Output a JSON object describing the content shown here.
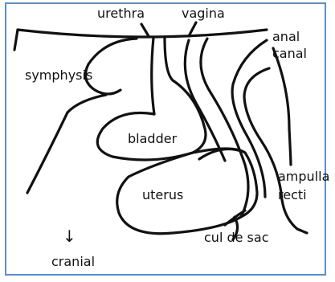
{
  "labels": {
    "urethra": "urethra",
    "vagina": "vagina",
    "anal_line1": "anal",
    "anal_line2": "canal",
    "symphysis": "symphysis",
    "bladder": "bladder",
    "ampulla_line1": "ampulla",
    "ampulla_line2": "recti",
    "uterus": "uterus",
    "cul_de_sac": "cul de sac",
    "cranial_arrow": "↓",
    "cranial": "cranial"
  },
  "colors": {
    "frame_border": "#5b8fc9",
    "ink": "#111111"
  }
}
